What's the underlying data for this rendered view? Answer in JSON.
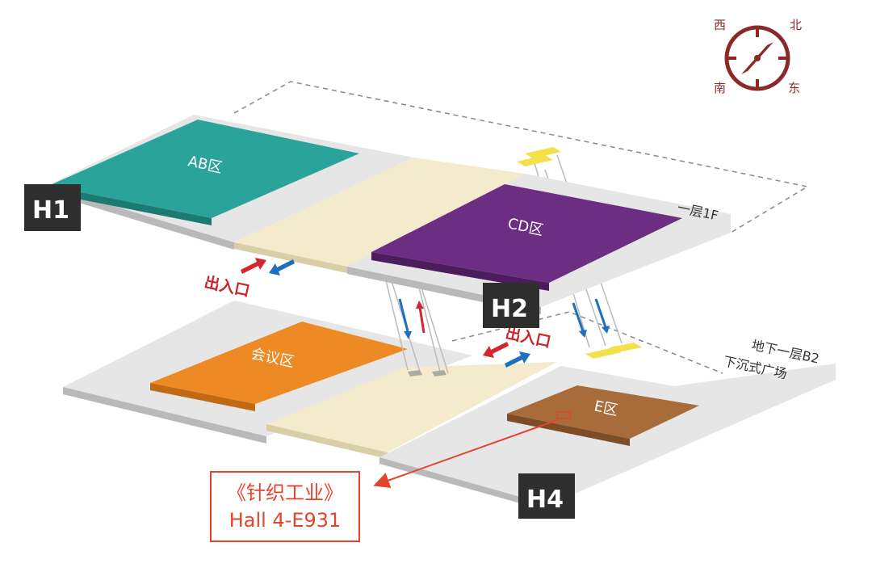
{
  "compass": {
    "west": "西",
    "north": "北",
    "south": "南",
    "east": "东"
  },
  "floors": {
    "upper": "一层1F",
    "lower_line1": "地下一层B2",
    "lower_line2": "下沉式广场"
  },
  "zones": {
    "ab": "AB区",
    "cd": "CD区",
    "meeting": "会议区",
    "e": "E区"
  },
  "halls": {
    "h1": "H1",
    "h2": "H2",
    "h4": "H4"
  },
  "entrances": {
    "upper": "出入口",
    "lower": "出入口"
  },
  "callout": {
    "line1": "《针织工业》",
    "line2": "Hall 4-E931"
  },
  "colors": {
    "ab": "#2aa39a",
    "cd": "#6c2e82",
    "meeting": "#ee8a24",
    "e": "#a86c3a",
    "corridor": "#f3ebcb",
    "slab": "#e6e6e6",
    "hall_badge": "#2e2e2e",
    "arrow_red": "#d3262e",
    "arrow_blue": "#1f6fbf",
    "callout": "#e2452b",
    "compass": "#8a2a28"
  }
}
